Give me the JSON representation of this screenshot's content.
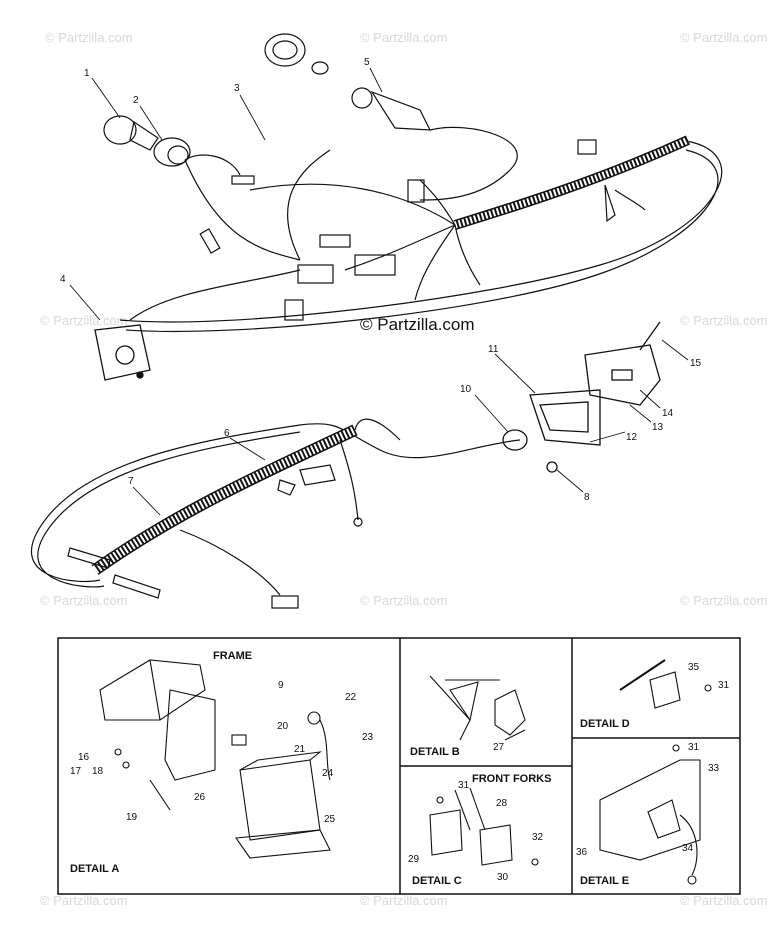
{
  "watermark": {
    "text": "© Partzilla.com",
    "center_text": "© Partzilla.com"
  },
  "callouts": [
    "1",
    "2",
    "3",
    "4",
    "5",
    "6",
    "7",
    "8",
    "9",
    "10",
    "11",
    "12",
    "13",
    "14",
    "15",
    "16",
    "17",
    "18",
    "19",
    "20",
    "21",
    "22",
    "23",
    "24",
    "25",
    "26",
    "27",
    "28",
    "29",
    "30",
    "31",
    "32",
    "33",
    "34",
    "35",
    "36"
  ],
  "details": {
    "a": {
      "title": "DETAIL A",
      "frame_label": "FRAME"
    },
    "b": {
      "title": "DETAIL B"
    },
    "c": {
      "title": "DETAIL C",
      "forks_label": "FRONT FORKS"
    },
    "d": {
      "title": "DETAIL D"
    },
    "e": {
      "title": "DETAIL E"
    }
  },
  "colors": {
    "line": "#111111",
    "watermark": "#d8d8d8",
    "background": "#ffffff"
  }
}
